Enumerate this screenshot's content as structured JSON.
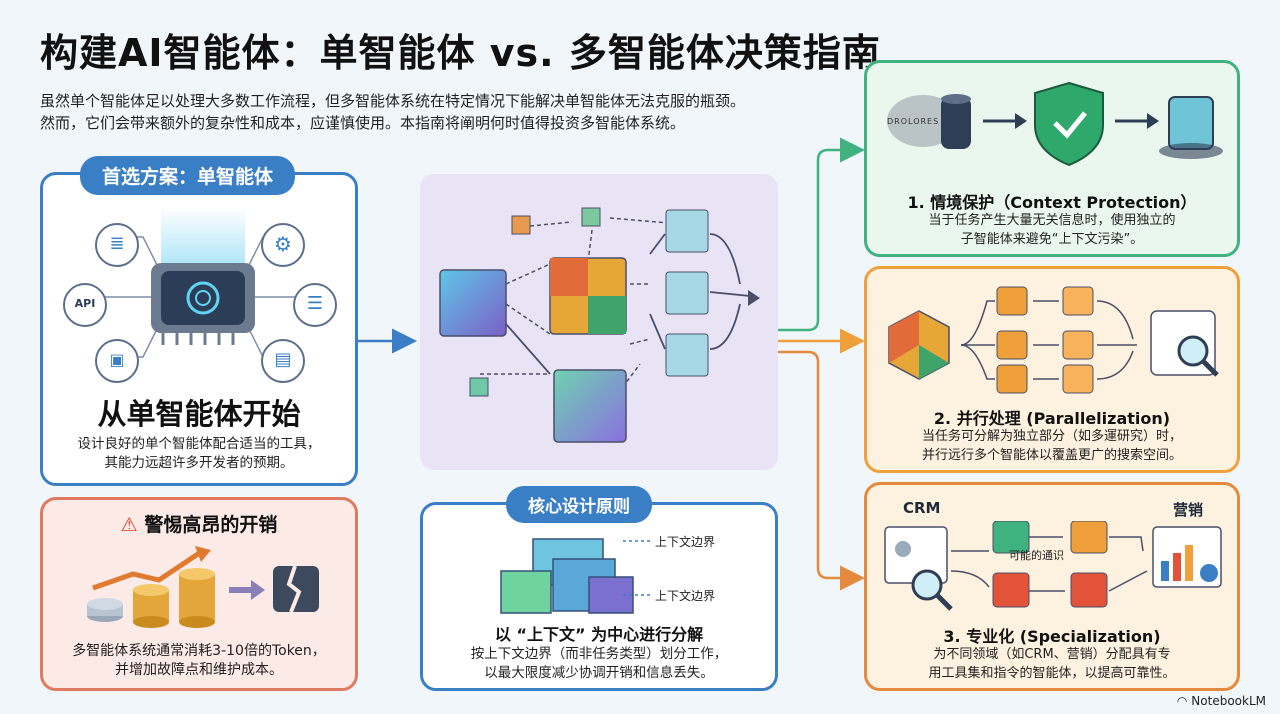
{
  "title": "构建AI智能体：单智能体 vs. 多智能体决策指南",
  "intro": {
    "line1": "虽然单个智能体足以处理大多数工作流程，但多智能体系统在特定情况下能解决单智能体无法克服的瓶颈。",
    "line2": "然而，它们会带来额外的复杂性和成本，应谨慎使用。本指南将阐明何时值得投资多智能体系统。"
  },
  "single": {
    "badge": "首选方案：单智能体",
    "api_label": "API",
    "heading": "从单智能体开始",
    "desc1": "设计良好的单个智能体配合适当的工具，",
    "desc2": "其能力远超许多开发者的预期。"
  },
  "cost": {
    "heading": "警惕高昂的开销",
    "desc1": "多智能体系统通常消耗3-10倍的Token，",
    "desc2": "并增加故障点和维护成本。"
  },
  "principle": {
    "badge": "核心设计原则",
    "boundary1": "上下文边界",
    "boundary2": "上下文边界",
    "heading": "以 “上下文” 为中心进行分解",
    "desc1": "按上下文边界（而非任务类型）划分工作，",
    "desc2": "以最大限度减少协调开销和信息丢失。"
  },
  "context": {
    "noise_label": "DROLORES",
    "heading": "1. 情境保护（Context Protection）",
    "desc1": "当于任务产生大量无关信息时，使用独立的",
    "desc2": "子智能体来避免“上下文污染”。"
  },
  "parallel": {
    "heading": "2. 并行处理 (Parallelization)",
    "desc1": "当任务可分解为独立部分（如多運研究）时，",
    "desc2": "并行远行多个智能体以覆盖更广的搜索空间。"
  },
  "special": {
    "crm": "CRM",
    "marketing": "营销",
    "comm": "可能的通识",
    "heading": "3. 专业化 (Specialization)",
    "desc1": "为不同领域（如CRM、营销）分配具有专",
    "desc2": "用工具集和指令的智能体，以提高可靠性。"
  },
  "brand": "NotebookLM",
  "colors": {
    "blue": "#3a7fc6",
    "red": "#e07a5f",
    "green": "#3fb27f",
    "orange": "#efa03b",
    "purple_bg": "#e8e4f6"
  }
}
